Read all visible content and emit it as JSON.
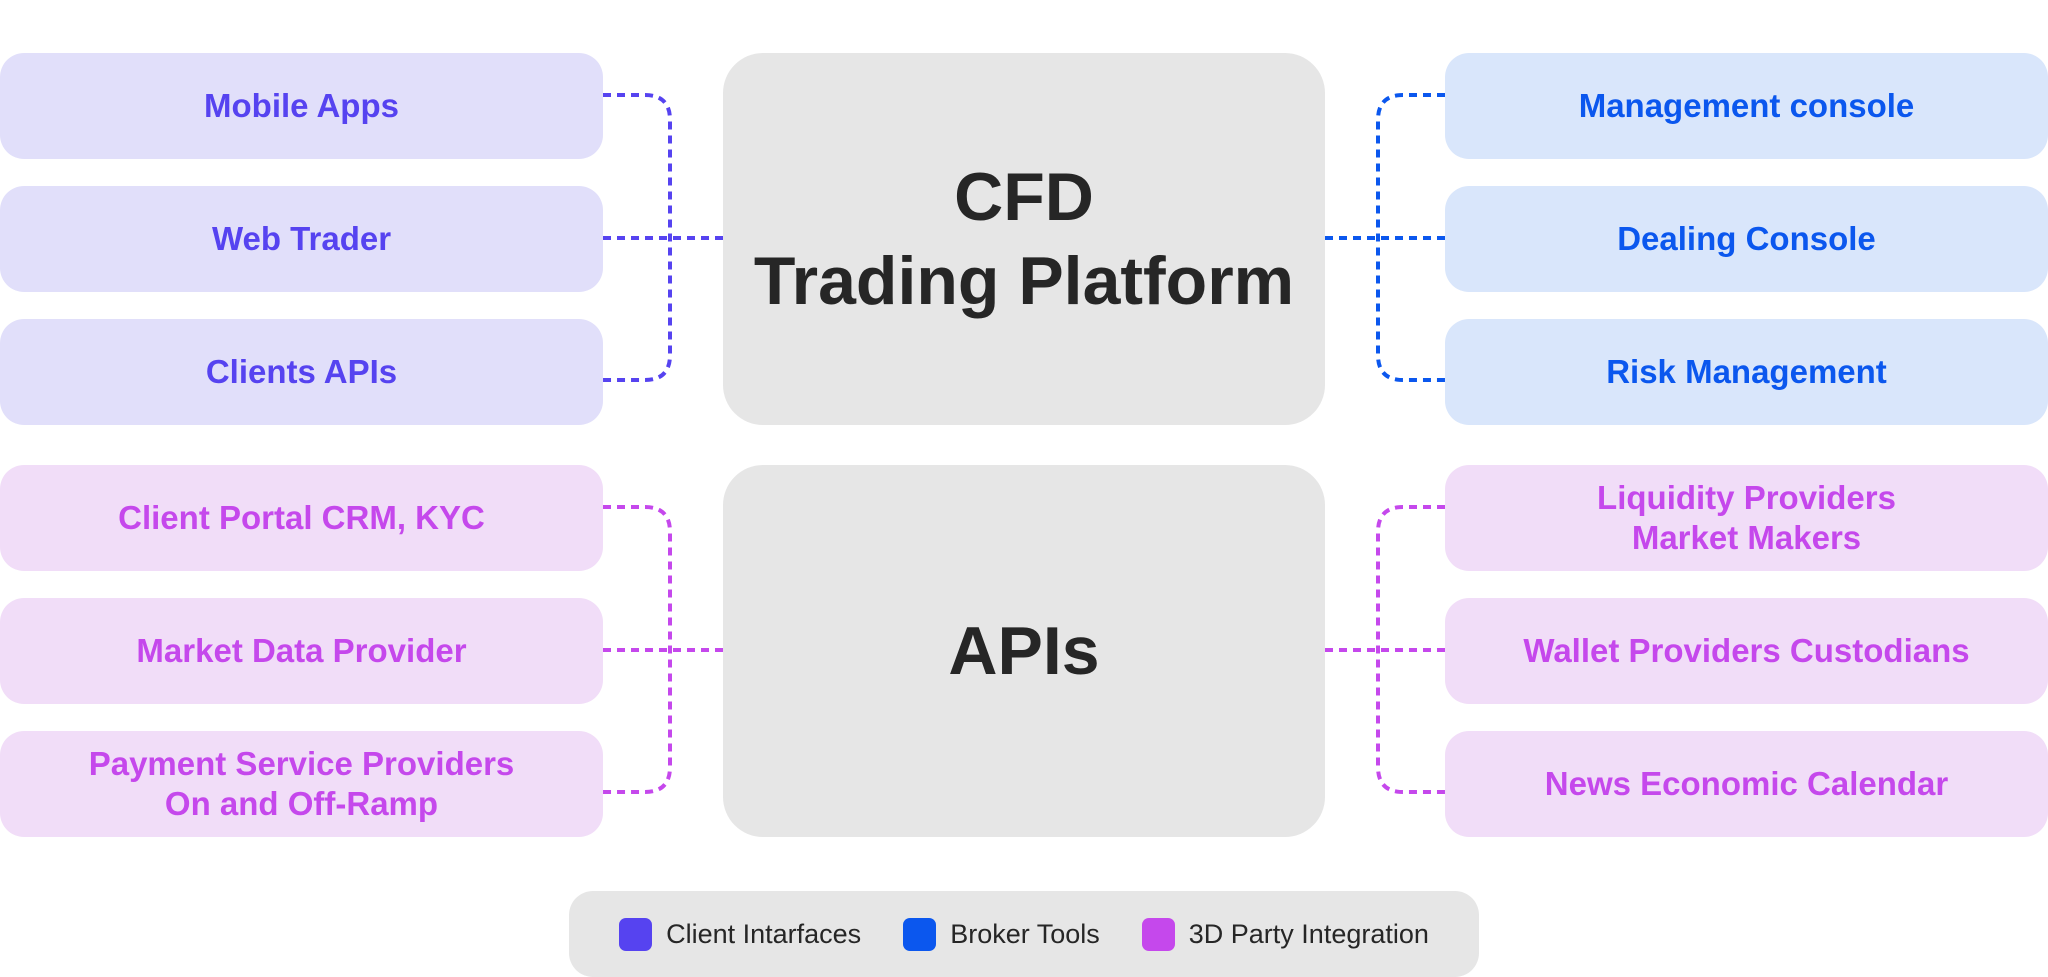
{
  "center": {
    "platform_line1": "CFD",
    "platform_line2": "Trading Platform",
    "apis": "APIs"
  },
  "client_interfaces": [
    {
      "label": "Mobile Apps"
    },
    {
      "label": "Web Trader"
    },
    {
      "label": "Clients APIs"
    }
  ],
  "broker_tools": [
    {
      "label": "Management console"
    },
    {
      "label": "Dealing Console"
    },
    {
      "label": "Risk Management"
    }
  ],
  "third_party_left": [
    {
      "line1": "Client Portal CRM, KYC",
      "line2": ""
    },
    {
      "line1": "Market Data Provider",
      "line2": ""
    },
    {
      "line1": "Payment Service Providers",
      "line2": "On and Off-Ramp"
    }
  ],
  "third_party_right": [
    {
      "line1": "Liquidity Providers",
      "line2": "Market Makers"
    },
    {
      "line1": "Wallet Providers Custodians",
      "line2": ""
    },
    {
      "line1": "News Economic Calendar",
      "line2": ""
    }
  ],
  "legend": [
    {
      "label": "Client Intarfaces",
      "color": "#5643f0"
    },
    {
      "label": "Broker Tools",
      "color": "#0b57ee"
    },
    {
      "label": "3D Party Integration",
      "color": "#c548ec"
    }
  ],
  "colors": {
    "client": "#5643f0",
    "broker": "#0b57ee",
    "party": "#c548ec",
    "center_bg": "#e6e6e6"
  }
}
